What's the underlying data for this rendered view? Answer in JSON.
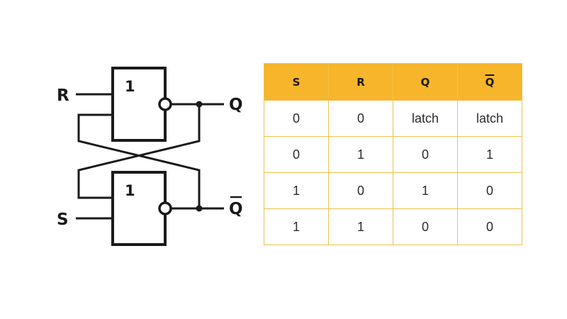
{
  "diagram": {
    "inputs": {
      "r": "R",
      "s": "S"
    },
    "outputs": {
      "q": "Q",
      "q_bar": "Q"
    },
    "gates": [
      {
        "label": "1"
      },
      {
        "label": "1"
      }
    ]
  },
  "truth_table": {
    "headers": [
      "S",
      "R",
      "Q",
      "Q"
    ],
    "rows": [
      [
        "0",
        "0",
        "latch",
        "latch"
      ],
      [
        "0",
        "1",
        "0",
        "1"
      ],
      [
        "1",
        "0",
        "1",
        "0"
      ],
      [
        "1",
        "1",
        "0",
        "0"
      ]
    ]
  },
  "colors": {
    "header_fill": "#f7b52b",
    "cell_border": "#f0c14e",
    "line": "#1a1a1a"
  }
}
